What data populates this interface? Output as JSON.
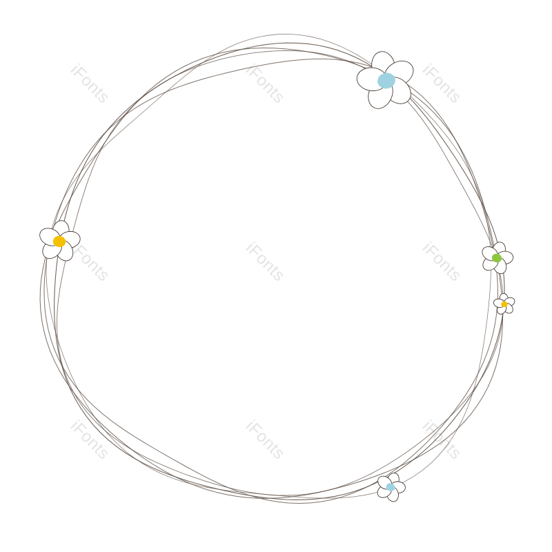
{
  "watermark": {
    "text": "iFonts"
  },
  "colors": {
    "background": "#ffffff",
    "wire": "#5a4a40",
    "petal_fill": "#ffffff",
    "petal_stroke": "#4a3d35",
    "center_blue": "#9fd2e0",
    "center_yellow": "#f5c000",
    "center_green": "#8cc63f",
    "watermark": "#e4e4e4"
  },
  "wreath": {
    "shape": "circle",
    "strands": 5
  },
  "flowers": [
    {
      "name": "flower-top-right",
      "center_color": "blue"
    },
    {
      "name": "flower-left",
      "center_color": "yellow"
    },
    {
      "name": "flower-right-upper",
      "center_color": "green"
    },
    {
      "name": "flower-right-lower",
      "center_color": "yellow"
    },
    {
      "name": "flower-bottom",
      "center_color": "blue"
    }
  ]
}
